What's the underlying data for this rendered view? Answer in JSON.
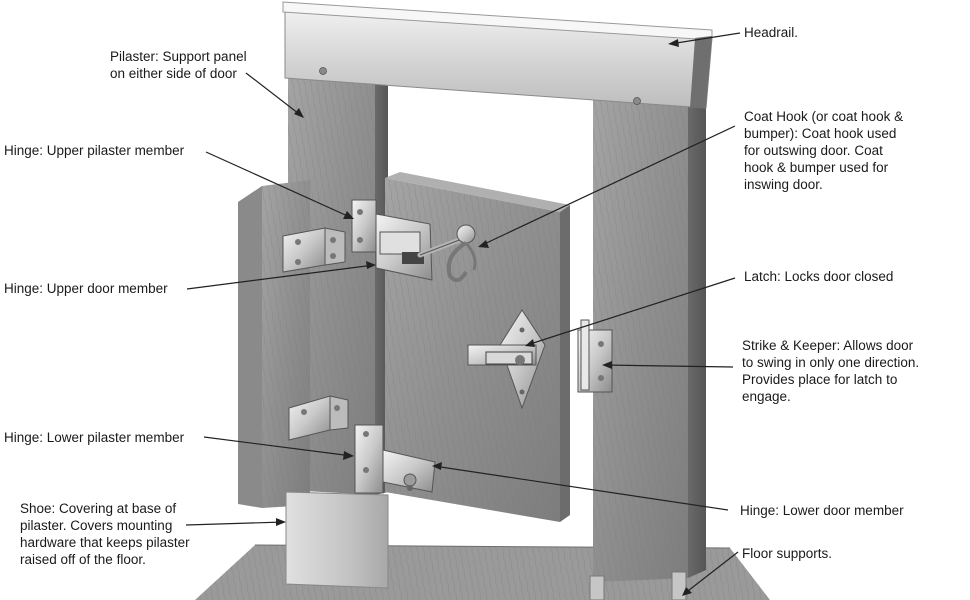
{
  "callouts": {
    "headrail": "Headrail.",
    "pilaster": "Pilaster: Support panel\non either side of door",
    "hinge_upper_pilaster": "Hinge: Upper pilaster member",
    "hinge_upper_door": "Hinge: Upper door member",
    "hinge_lower_pilaster": "Hinge: Lower pilaster member",
    "shoe": "Shoe: Covering at base of\npilaster. Covers mounting\nhardware that keeps pilaster\nraised off of the floor.",
    "coat_hook": "Coat Hook (or coat hook &\nbumper): Coat hook used\nfor outswing door. Coat\nhook & bumper used for\ninswing door.",
    "latch": "Latch: Locks door closed",
    "strike_keeper": "Strike & Keeper: Allows door\nto swing in only one direction.\nProvides place for latch to\nengage.",
    "hinge_lower_door": "Hinge: Lower door member",
    "floor_supports": "Floor supports."
  }
}
